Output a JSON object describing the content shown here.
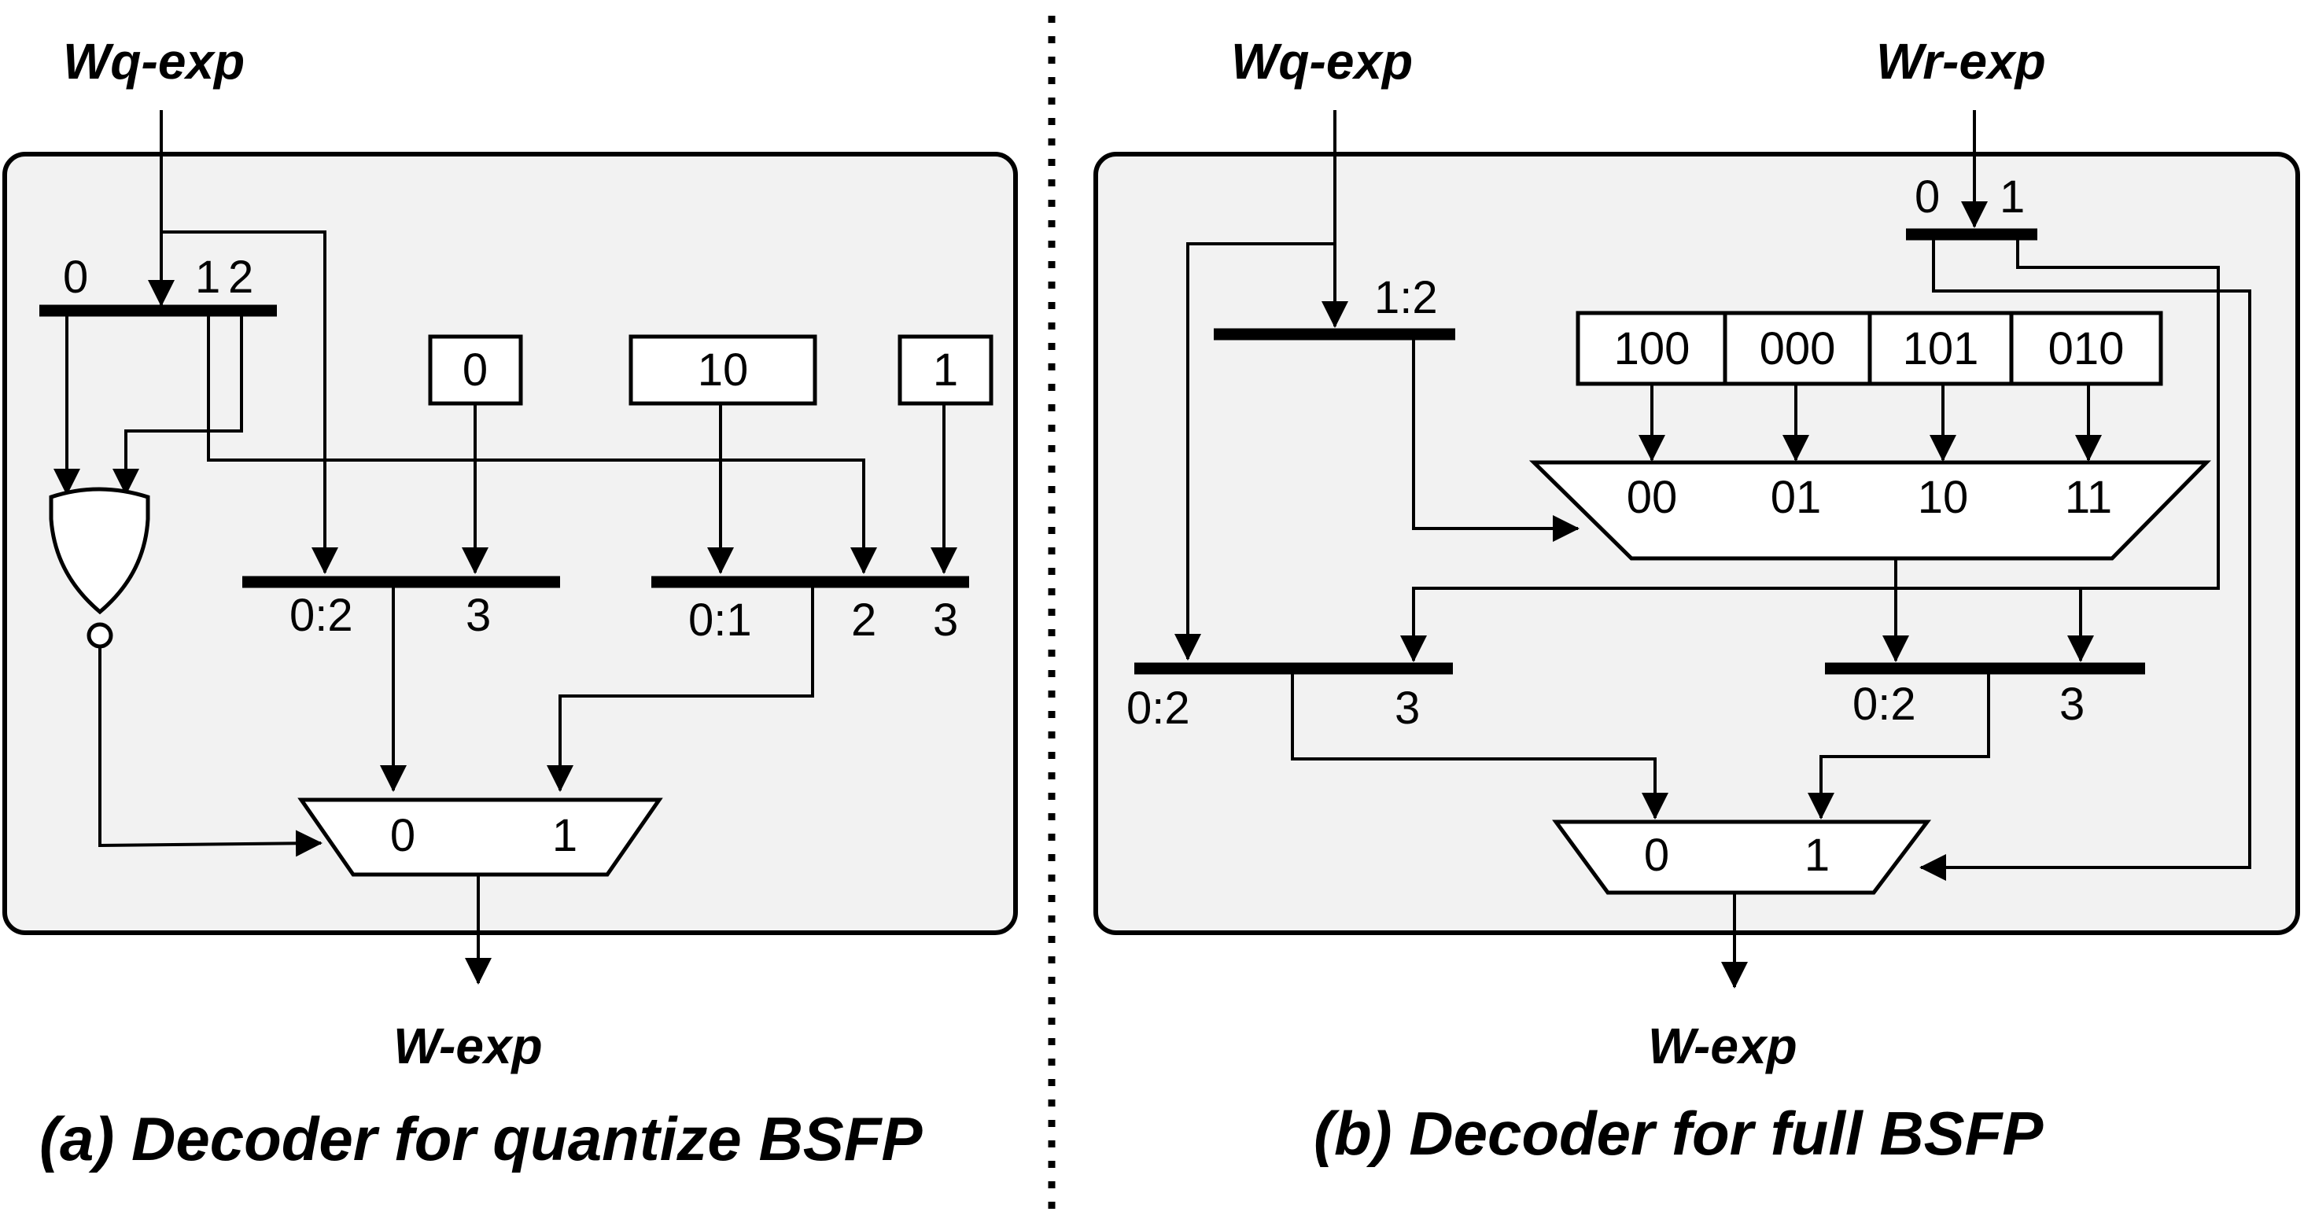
{
  "panel_a": {
    "input_label": "Wq-exp",
    "output_label": "W-exp",
    "caption": "(a) Decoder for quantize BSFP",
    "input_bus_bits": {
      "b0": "0",
      "b1": "1",
      "b2": "2"
    },
    "const_0": "0",
    "const_10": "10",
    "const_1": "1",
    "bus1_bits": {
      "low": "0:2",
      "high": "3"
    },
    "bus2_bits": {
      "low": "0:1",
      "mid": "2",
      "high": "3"
    },
    "mux_inputs": {
      "in0": "0",
      "in1": "1"
    }
  },
  "panel_b": {
    "input_q_label": "Wq-exp",
    "input_r_label": "Wr-exp",
    "output_label": "W-exp",
    "caption": "(b) Decoder for full BSFP",
    "wr_bits": {
      "b0": "0",
      "b1": "1"
    },
    "wq_slice": "1:2",
    "constants": [
      "100",
      "000",
      "101",
      "010"
    ],
    "mux4_inputs": [
      "00",
      "01",
      "10",
      "11"
    ],
    "bus_left_bits": {
      "low": "0:2",
      "high": "3"
    },
    "bus_right_bits": {
      "low": "0:2",
      "high": "3"
    },
    "mux_inputs": {
      "in0": "0",
      "in1": "1"
    }
  }
}
